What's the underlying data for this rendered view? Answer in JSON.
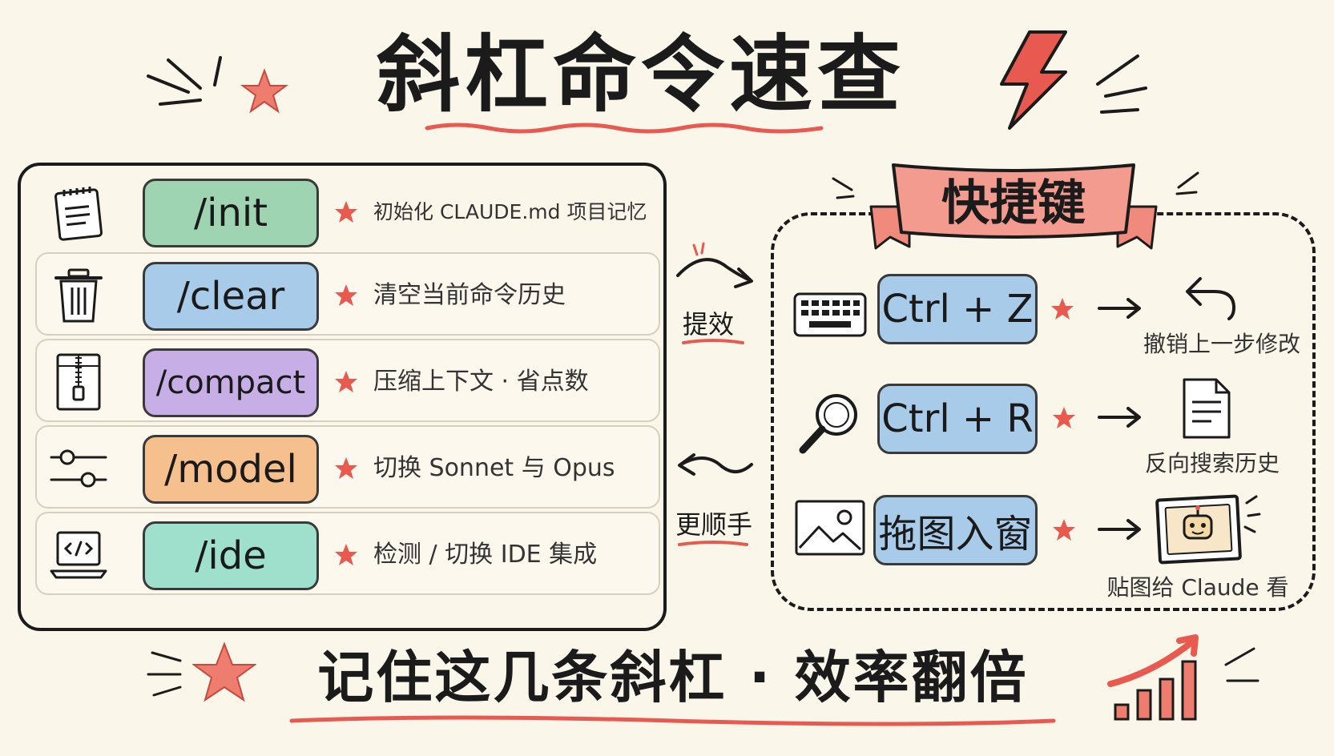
{
  "title": "斜杠命令速查",
  "commands": [
    {
      "cmd": "/init",
      "desc": "初始化 CLAUDE.md 项目记忆",
      "icon": "notepad-icon",
      "color": "#9fd4b2"
    },
    {
      "cmd": "/clear",
      "desc": "清空当前命令历史",
      "icon": "trash-icon",
      "color": "#a7cbe8"
    },
    {
      "cmd": "/compact",
      "desc": "压缩上下文 · 省点数",
      "icon": "zip-file-icon",
      "color": "#c7aee6"
    },
    {
      "cmd": "/model",
      "desc": "切换 Sonnet 与 Opus",
      "icon": "sliders-icon",
      "color": "#f5c08e"
    },
    {
      "cmd": "/ide",
      "desc": "检测 / 切换 IDE 集成",
      "icon": "laptop-code-icon",
      "color": "#9ee0cc"
    }
  ],
  "middle": {
    "right_label": "提效",
    "left_label": "更顺手"
  },
  "shortcuts": {
    "banner": "快捷键",
    "items": [
      {
        "key": "Ctrl + Z",
        "result": "撤销上一步修改",
        "icon": "keyboard-icon",
        "result_icon": "undo-arrow-icon"
      },
      {
        "key": "Ctrl + R",
        "result": "反向搜索历史",
        "icon": "magnifier-icon",
        "result_icon": "document-icon"
      },
      {
        "key": "拖图入窗",
        "result": "贴图给 Claude 看",
        "icon": "image-icon",
        "result_icon": "robot-frame-icon"
      }
    ]
  },
  "footer": "记住这几条斜杠 · 效率翻倍",
  "colors": {
    "accent": "#e85a4f",
    "ink": "#1b1b1b",
    "paper": "#fbf6ea"
  }
}
